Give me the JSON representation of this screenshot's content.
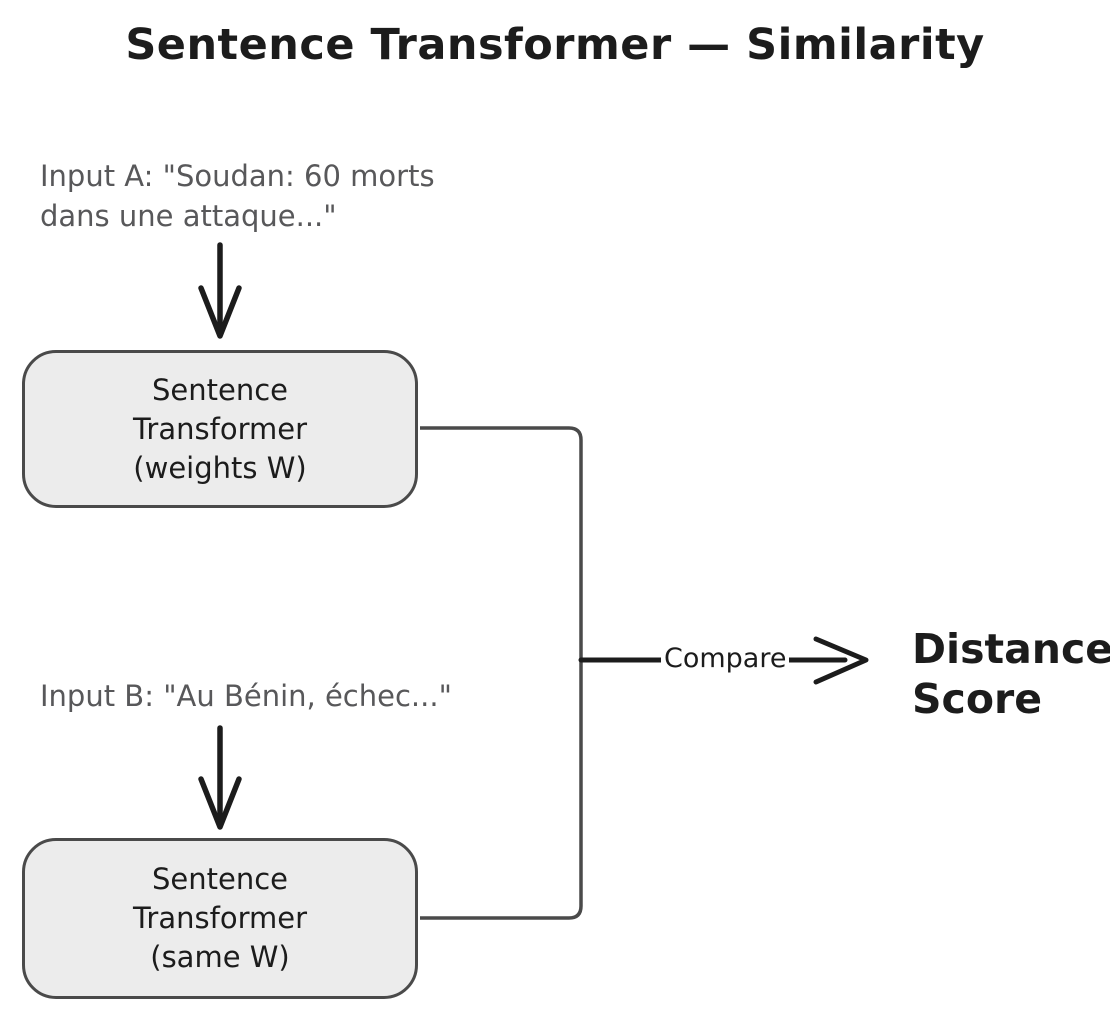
{
  "colors": {
    "ink": "#1c1c1c",
    "muted": "#58585a",
    "box_fill": "#ececec",
    "box_stroke": "#4a4a4a"
  },
  "title": "Sentence Transformer — Similarity",
  "input_a": {
    "lines": [
      "Input A: \"Soudan: 60 morts",
      "dans une attaque...\""
    ]
  },
  "input_b": {
    "lines": [
      "Input B: \"Au Bénin, échec...\""
    ]
  },
  "encoder_top": {
    "lines": [
      "Sentence",
      "Transformer",
      "(weights W)"
    ]
  },
  "encoder_bottom": {
    "lines": [
      "Sentence",
      "Transformer",
      "(same W)"
    ]
  },
  "compare_label": "Compare",
  "output": {
    "lines": [
      "Distance",
      "Score"
    ]
  }
}
